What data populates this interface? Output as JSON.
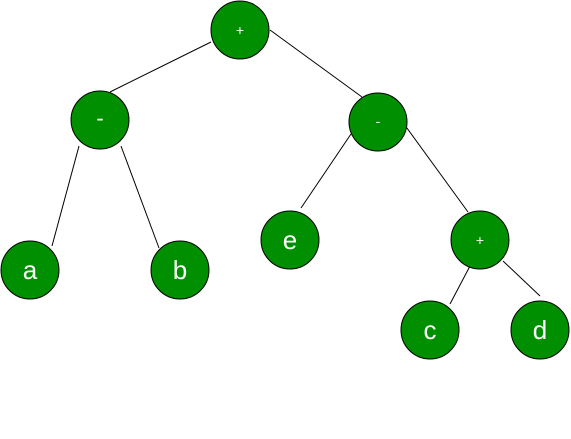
{
  "tree": {
    "nodes": [
      {
        "id": "root",
        "label": "+"
      },
      {
        "id": "left_minus",
        "label": "-"
      },
      {
        "id": "right_minus",
        "label": "-"
      },
      {
        "id": "a",
        "label": "a"
      },
      {
        "id": "b",
        "label": "b"
      },
      {
        "id": "e",
        "label": "e"
      },
      {
        "id": "inner_plus",
        "label": "+"
      },
      {
        "id": "c",
        "label": "c"
      },
      {
        "id": "d",
        "label": "d"
      }
    ],
    "edges": [
      [
        "root",
        "left_minus"
      ],
      [
        "root",
        "right_minus"
      ],
      [
        "left_minus",
        "a"
      ],
      [
        "left_minus",
        "b"
      ],
      [
        "right_minus",
        "e"
      ],
      [
        "right_minus",
        "inner_plus"
      ],
      [
        "inner_plus",
        "c"
      ],
      [
        "inner_plus",
        "d"
      ]
    ],
    "colors": {
      "node_fill": "#008f00",
      "node_stroke": "#000000",
      "edge": "#000000",
      "label": "#ffffff"
    }
  }
}
